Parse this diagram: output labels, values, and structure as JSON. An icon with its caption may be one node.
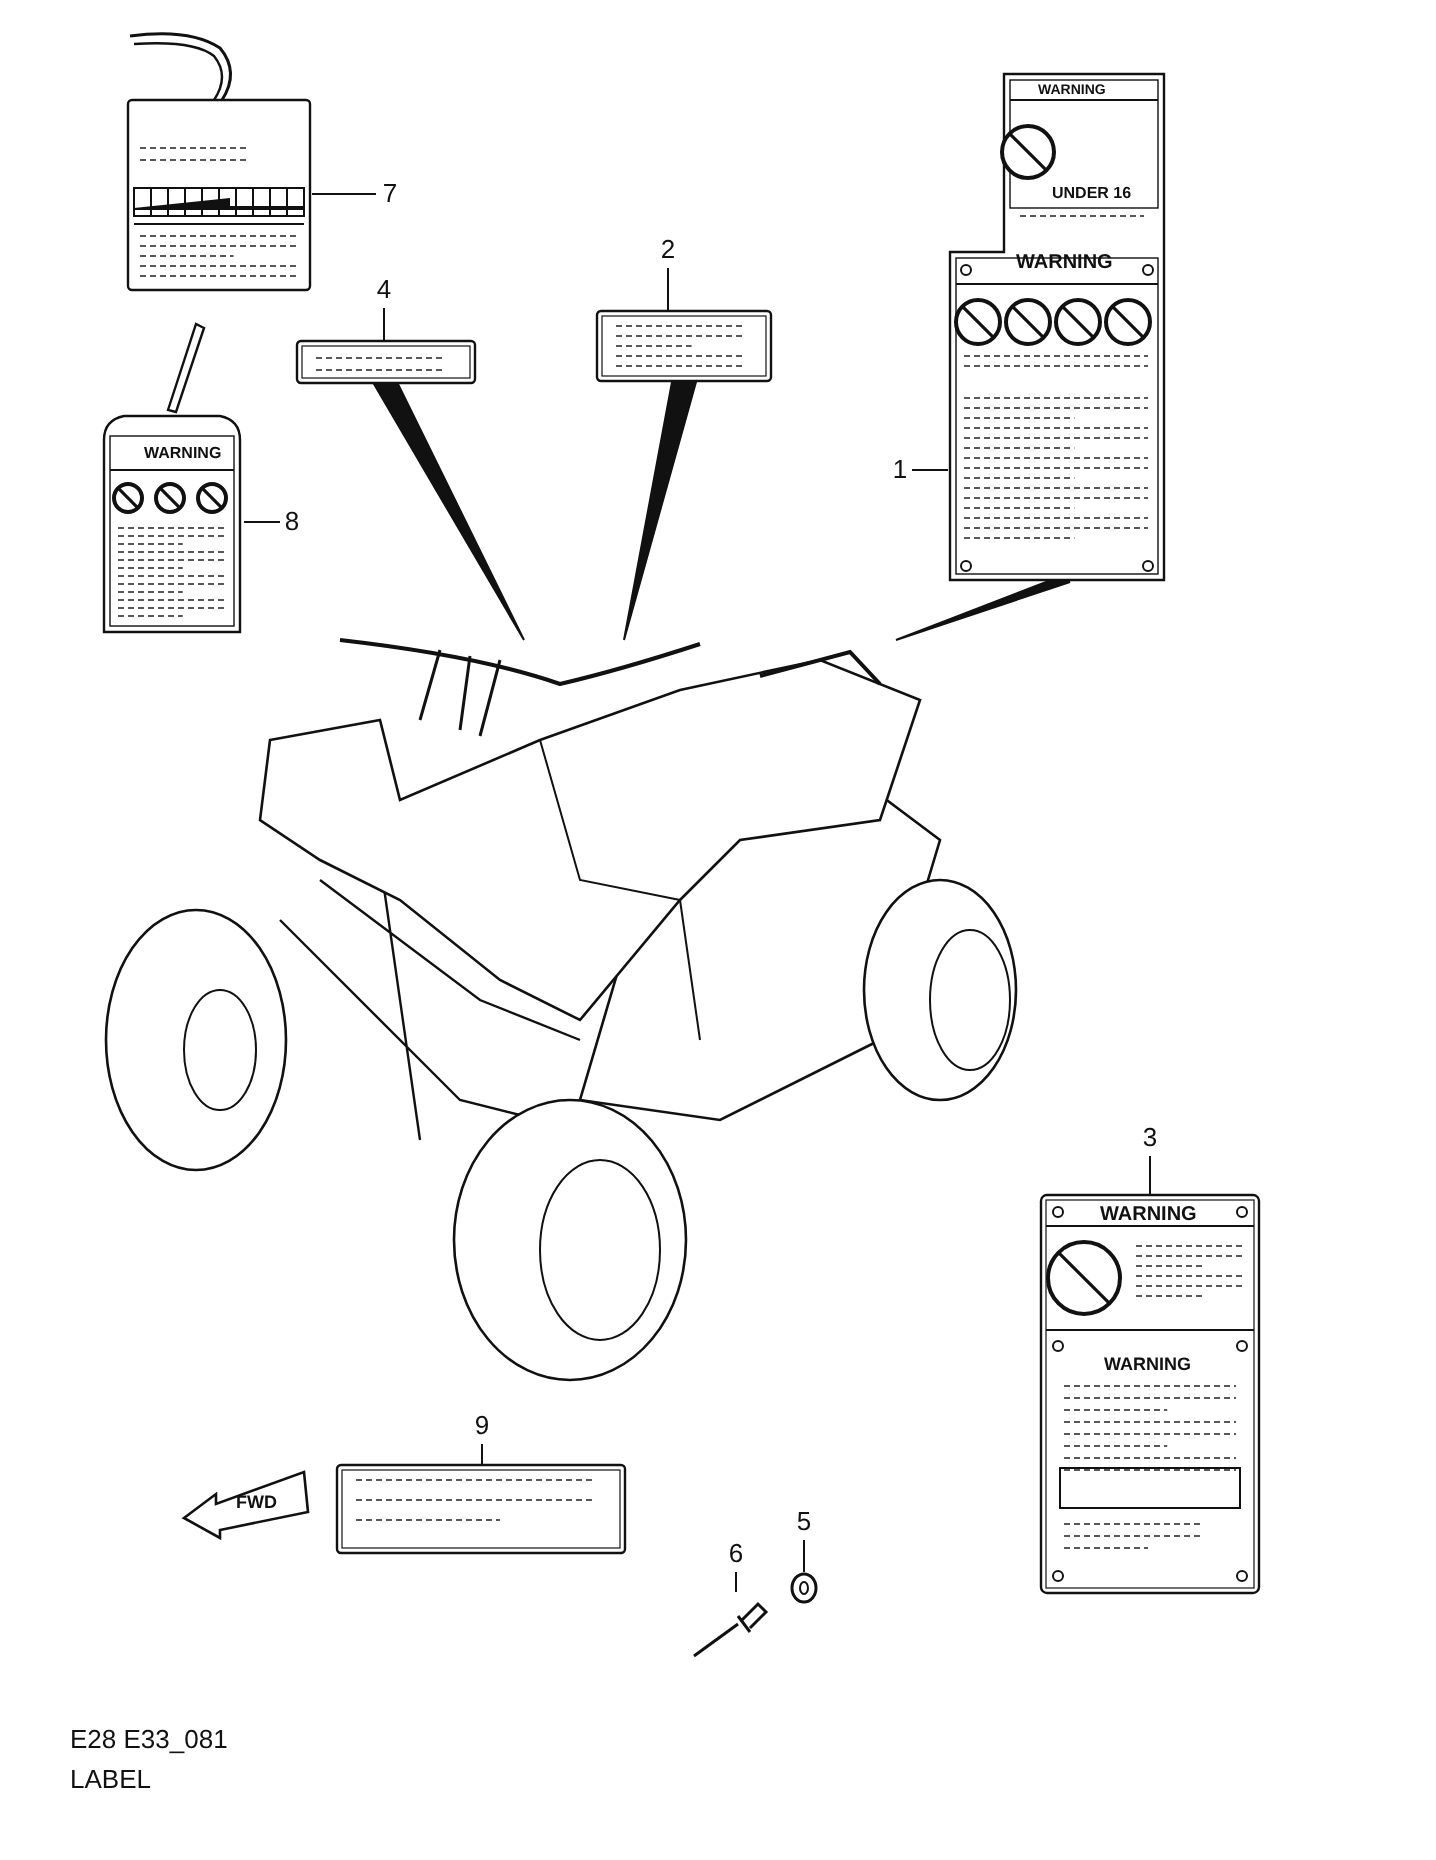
{
  "diagram": {
    "nodes": [
      {
        "text": [
          "7"
        ]
      },
      {
        "text": [],
        "shape": "picture"
      },
      {
        "text": [
          "4"
        ]
      },
      {
        "text": [],
        "shape": "picture"
      },
      {
        "text": [
          "2"
        ]
      },
      {
        "text": [],
        "shape": "picture"
      },
      {
        "text": [
          "8"
        ]
      },
      {
        "text": [
          "WARNING"
        ]
      },
      {
        "text": [
          "1"
        ]
      },
      {
        "text": [
          "WARNING",
          "UNDER 16",
          "WARNING"
        ]
      },
      {
        "text": [],
        "shape": "picture"
      },
      {
        "text": [
          "3"
        ]
      },
      {
        "text": [
          "WARNING",
          "WARNING"
        ]
      },
      {
        "text": [
          "9"
        ]
      },
      {
        "text": [],
        "shape": "picture"
      },
      {
        "text": [
          "6"
        ]
      },
      {
        "text": [],
        "shape": "picture"
      },
      {
        "text": [
          "5"
        ]
      },
      {
        "text": [],
        "shape": "picture"
      }
    ],
    "edges": [
      {
        "from": 0,
        "to": 1,
        "arrow": "none"
      },
      {
        "from": 2,
        "to": 3,
        "arrow": "none"
      },
      {
        "from": 4,
        "to": 5,
        "arrow": "none"
      },
      {
        "from": 6,
        "to": 7,
        "arrow": "none"
      },
      {
        "from": 8,
        "to": 9,
        "arrow": "none"
      },
      {
        "from": 3,
        "to": 10,
        "arrow": "none",
        "style": "thick"
      },
      {
        "from": 5,
        "to": 10,
        "arrow": "none",
        "style": "thick"
      },
      {
        "from": 9,
        "to": 10,
        "arrow": "none",
        "style": "thick"
      },
      {
        "from": 11,
        "to": 12,
        "arrow": "none"
      },
      {
        "from": 13,
        "to": 14,
        "arrow": "none"
      },
      {
        "from": 15,
        "to": 16,
        "arrow": "none"
      },
      {
        "from": 17,
        "to": 18,
        "arrow": "none"
      }
    ],
    "labels": [
      "FWD",
      "E28 E33_081",
      "LABEL"
    ]
  }
}
